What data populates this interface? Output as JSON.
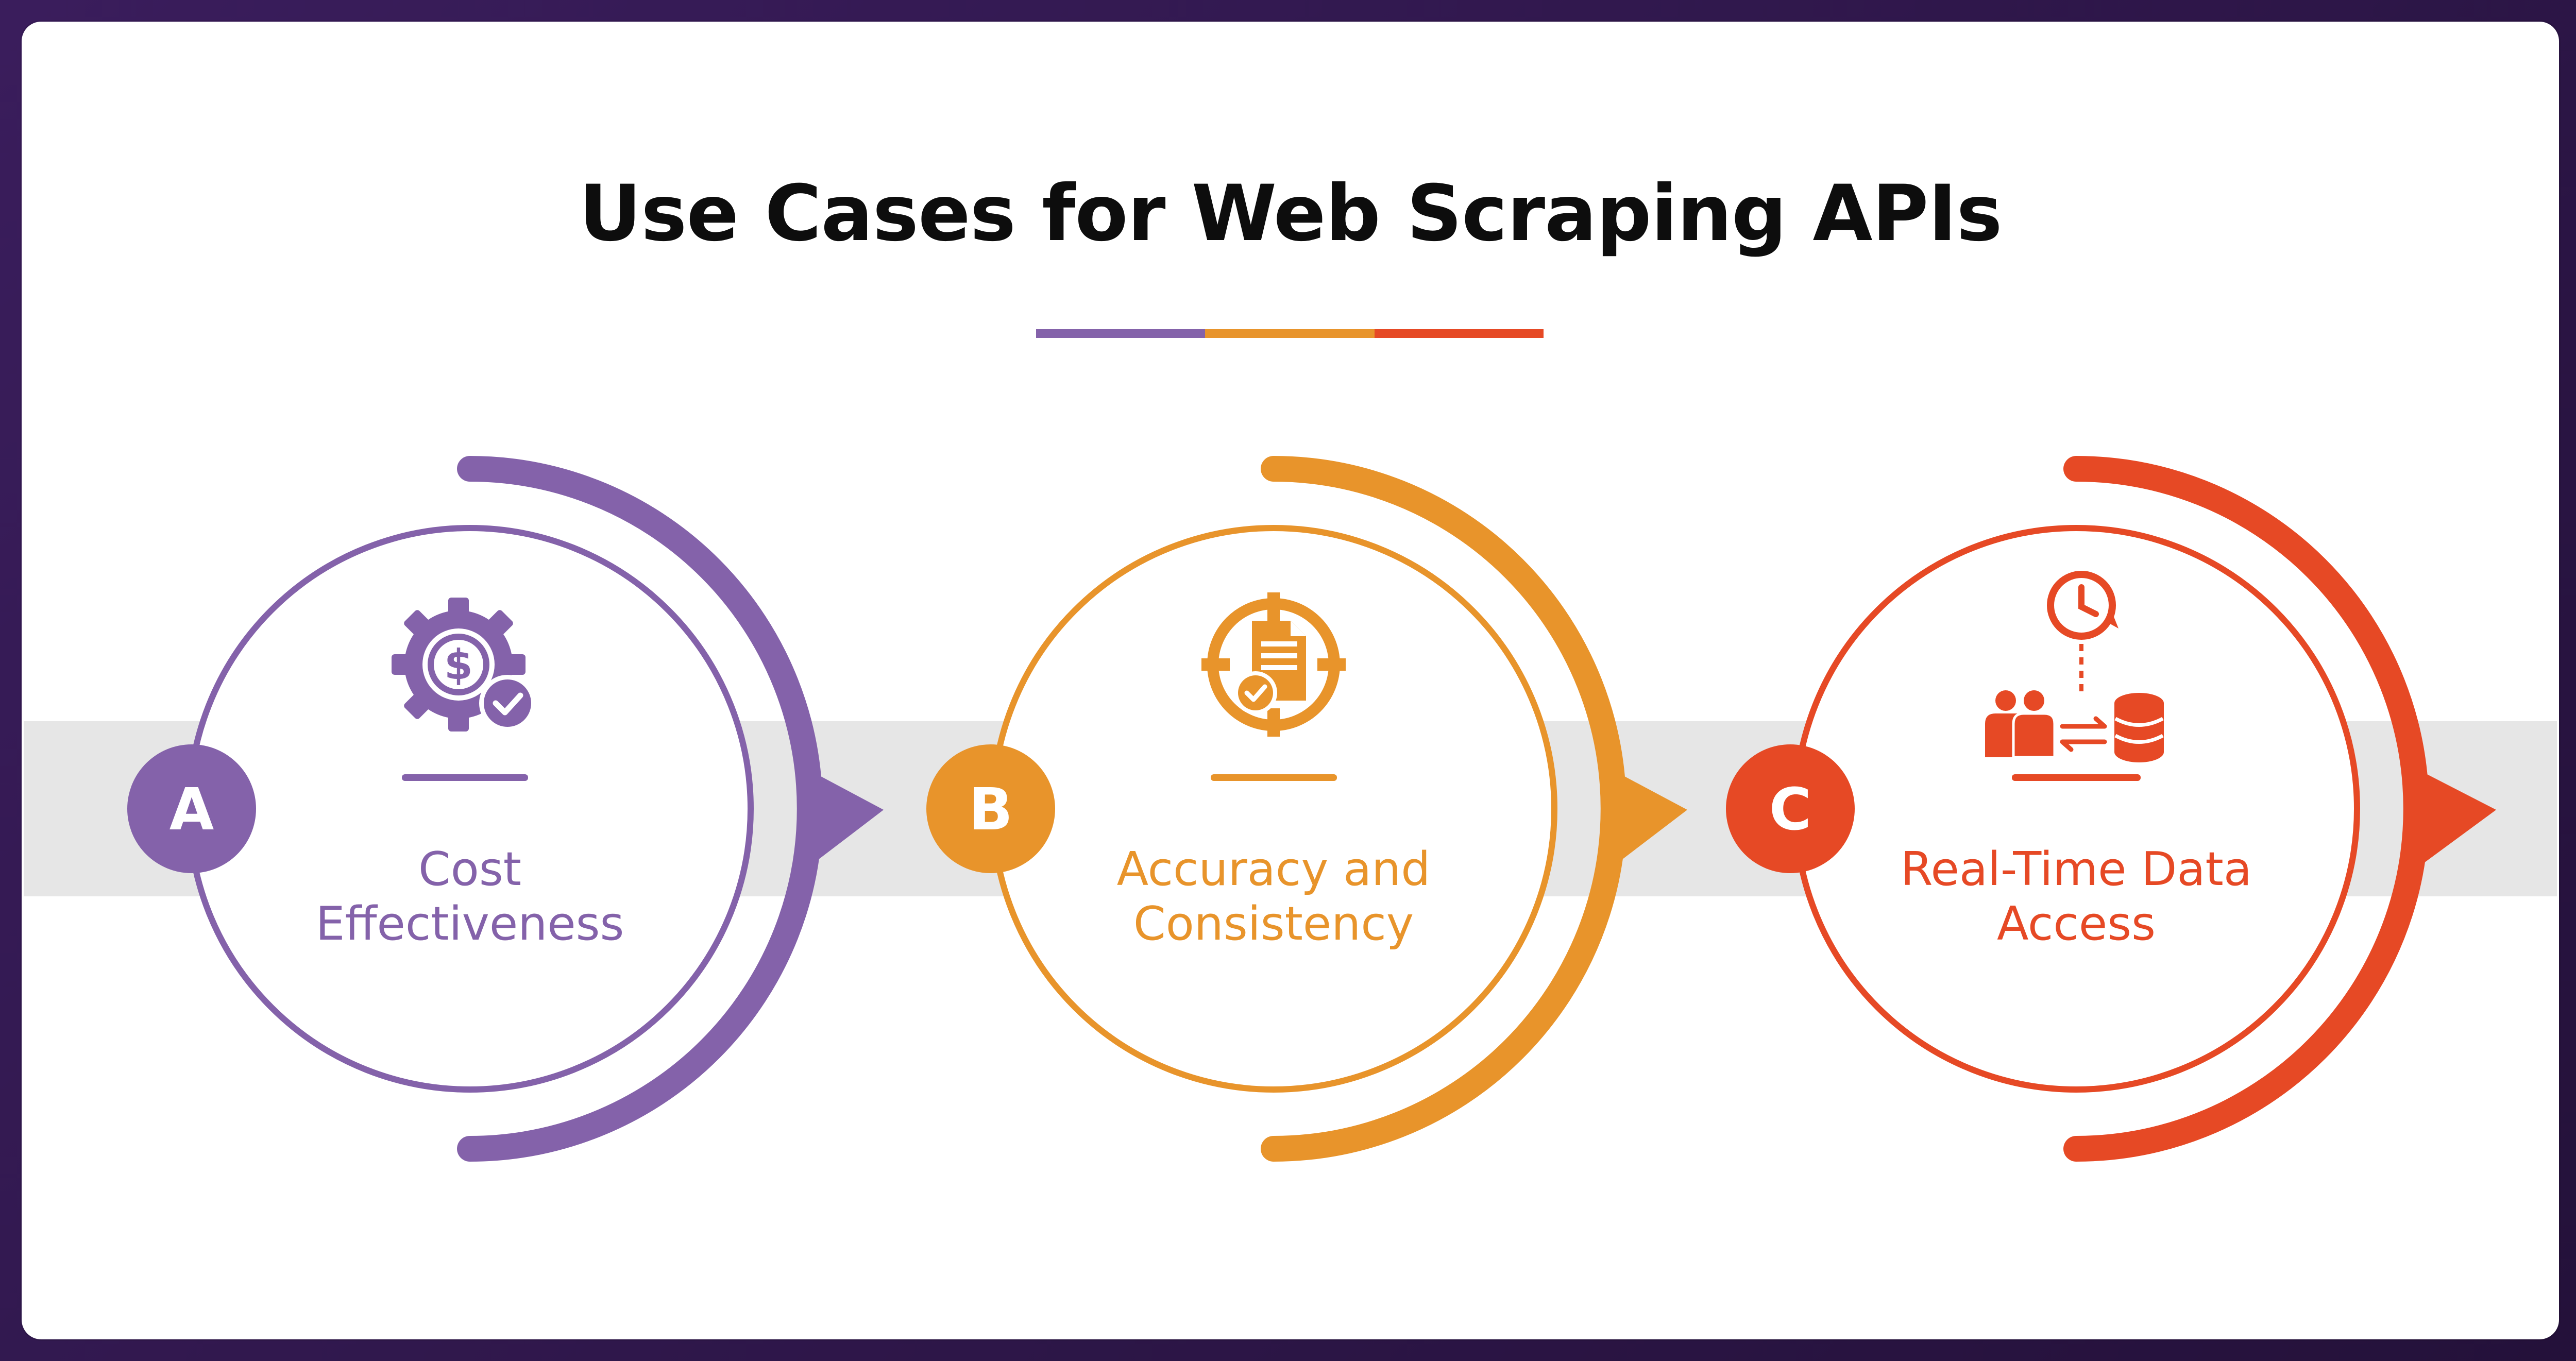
{
  "title": "Use Cases for Web Scraping APIs",
  "underline_colors": [
    "#8462aa",
    "#e8942b",
    "#e64925"
  ],
  "steps": [
    {
      "letter": "A",
      "label_line1": "Cost",
      "label_line2": "Effectiveness",
      "color": "#8462aa",
      "icon": "cost-gear-dollar-check-icon"
    },
    {
      "letter": "B",
      "label_line1": "Accuracy and",
      "label_line2": "Consistency",
      "color": "#e8942b",
      "icon": "target-document-check-icon"
    },
    {
      "letter": "C",
      "label_line1": "Real-Time Data",
      "label_line2": "Access",
      "color": "#e64925",
      "icon": "clock-users-database-icon"
    }
  ],
  "band_color": "#e6e6e6"
}
